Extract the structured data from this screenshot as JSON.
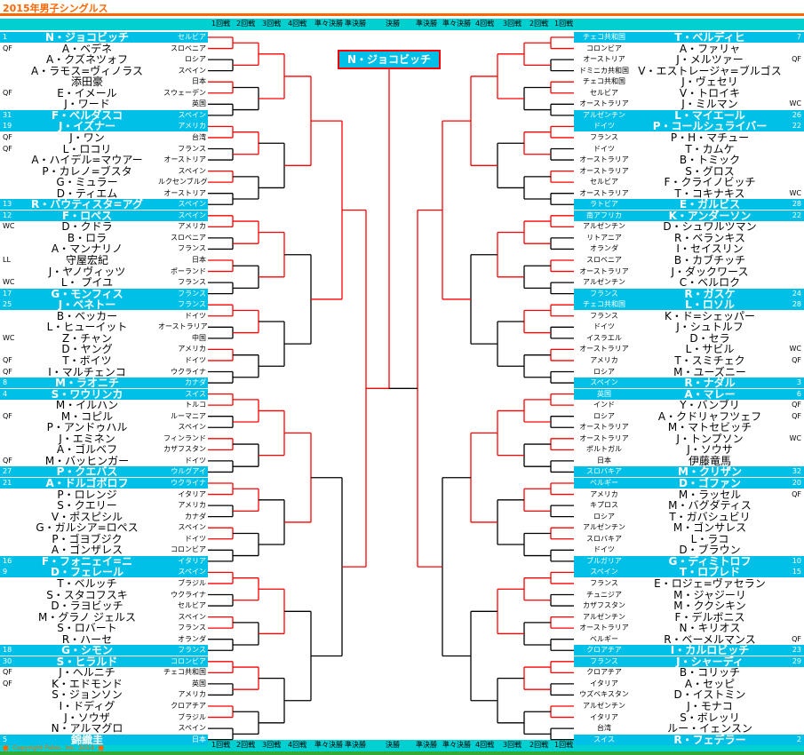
{
  "title": "2015年男子シングルス",
  "copyright": "Copyright Fubic. Inc. 2014",
  "champion": "N・ジョコビッチ",
  "rounds_left": [
    "1回戦",
    "2回戦",
    "3回戦",
    "4回戦",
    "準々決勝",
    "準決勝",
    "決勝"
  ],
  "rounds_right": [
    "準決勝",
    "準々決勝",
    "4回戦",
    "3回戦",
    "2回戦",
    "1回戦"
  ],
  "left": [
    {
      "seed": "1",
      "name": "N・ジョコビッチ",
      "country": "セルビア",
      "seeded": true
    },
    {
      "seed": "QF",
      "name": "A・ベデネ",
      "country": "スロベニア"
    },
    {
      "seed": "",
      "name": "A・クズネツォフ",
      "country": "ロシア"
    },
    {
      "seed": "",
      "name": "A・ラモス=ヴィノラス",
      "country": "スペイン"
    },
    {
      "seed": "",
      "name": "添田豪",
      "country": "日本"
    },
    {
      "seed": "QF",
      "name": "E・イメール",
      "country": "スウェーデン"
    },
    {
      "seed": "",
      "name": "J・ワード",
      "country": "英国"
    },
    {
      "seed": "31",
      "name": "F・ベルダスコ",
      "country": "スペイン",
      "seeded": true
    },
    {
      "seed": "19",
      "name": "J・イズナー",
      "country": "アメリカ",
      "seeded": true
    },
    {
      "seed": "QF",
      "name": "J・ワン",
      "country": "台湾"
    },
    {
      "seed": "QF",
      "name": "L・ロコリ",
      "country": "フランス"
    },
    {
      "seed": "",
      "name": "A・ハイデル=マウアー",
      "country": "オーストリア"
    },
    {
      "seed": "",
      "name": "P・カレノ=ブスタ",
      "country": "スペイン"
    },
    {
      "seed": "",
      "name": "G・ミュラー",
      "country": "ルクセンブルグ"
    },
    {
      "seed": "",
      "name": "D・ティエム",
      "country": "オーストリア"
    },
    {
      "seed": "13",
      "name": "R・バウティスタ=アグ",
      "country": "スペイン",
      "seeded": true
    },
    {
      "seed": "12",
      "name": "F・ロペス",
      "country": "スペイン",
      "seeded": true
    },
    {
      "seed": "WC",
      "name": "D・クドラ",
      "country": "アメリカ"
    },
    {
      "seed": "",
      "name": "B・ロラ",
      "country": "スロベニア"
    },
    {
      "seed": "",
      "name": "A・マンナリノ",
      "country": "フランス"
    },
    {
      "seed": "LL",
      "name": "守屋宏紀",
      "country": "日本"
    },
    {
      "seed": "",
      "name": "J・ヤノヴィッツ",
      "country": "ポーランド"
    },
    {
      "seed": "WC",
      "name": "L・ プイユ",
      "country": "フランス"
    },
    {
      "seed": "17",
      "name": "G・モンフィス",
      "country": "フランス",
      "seeded": true
    },
    {
      "seed": "25",
      "name": "J・ベネトー",
      "country": "フランス",
      "seeded": true
    },
    {
      "seed": "",
      "name": "B・ベッカー",
      "country": "ドイツ"
    },
    {
      "seed": "",
      "name": "L・ヒューイット",
      "country": "オーストラリア"
    },
    {
      "seed": "WC",
      "name": "Z・チャン",
      "country": "中国"
    },
    {
      "seed": "",
      "name": "D・ヤング",
      "country": "アメリカ"
    },
    {
      "seed": "QF",
      "name": "T・ボイツ",
      "country": "ドイツ"
    },
    {
      "seed": "QF",
      "name": "I・マルチェンコ",
      "country": "ウクライナ"
    },
    {
      "seed": "8",
      "name": "M・ラオニチ",
      "country": "カナダ",
      "seeded": true
    },
    {
      "seed": "4",
      "name": "S・ワウリンカ",
      "country": "スイス",
      "seeded": true
    },
    {
      "seed": "",
      "name": "M・イルハン",
      "country": "トルコ"
    },
    {
      "seed": "QF",
      "name": "M・コピル",
      "country": "ルーマニア"
    },
    {
      "seed": "",
      "name": "P・アンドゥハル",
      "country": "スペイン"
    },
    {
      "seed": "",
      "name": "J・エミネン",
      "country": "フィンランド"
    },
    {
      "seed": "",
      "name": "A・ゴルベフ",
      "country": "カザフスタン"
    },
    {
      "seed": "QF",
      "name": "M・バッヒンガー",
      "country": "ドイツ"
    },
    {
      "seed": "27",
      "name": "P・クエバス",
      "country": "ウルグアイ",
      "seeded": true
    },
    {
      "seed": "21",
      "name": "A・ドルゴポロフ",
      "country": "ウクライナ",
      "seeded": true
    },
    {
      "seed": "",
      "name": "P・ロレンジ",
      "country": "イタリア"
    },
    {
      "seed": "",
      "name": "S・クエリー",
      "country": "アメリカ"
    },
    {
      "seed": "",
      "name": "V・ポスピシル",
      "country": "カナダ"
    },
    {
      "seed": "",
      "name": "G・ガルシア=ロペス",
      "country": "スペイン"
    },
    {
      "seed": "",
      "name": "P・ゴヨブジク",
      "country": "ドイツ"
    },
    {
      "seed": "",
      "name": "A・ゴンザレス",
      "country": "コロンビア"
    },
    {
      "seed": "16",
      "name": "F・フォニェイ=ニ",
      "country": "イタリア",
      "seeded": true
    },
    {
      "seed": "9",
      "name": "D・フェレール",
      "country": "スペイン",
      "seeded": true
    },
    {
      "seed": "",
      "name": "T・ベルッチ",
      "country": "ブラジル"
    },
    {
      "seed": "",
      "name": "S・スタコフスキ",
      "country": "ウクライナ"
    },
    {
      "seed": "",
      "name": "D・ラヨビッチ",
      "country": "セルビア"
    },
    {
      "seed": "",
      "name": "M・グラノ ジェルス",
      "country": "スペイン"
    },
    {
      "seed": "",
      "name": "S・ロバート",
      "country": "フランス"
    },
    {
      "seed": "",
      "name": "R・ハーセ",
      "country": "オランダ"
    },
    {
      "seed": "18",
      "name": "G・シモン",
      "country": "フランス",
      "seeded": true
    },
    {
      "seed": "30",
      "name": "S・ヒラルド",
      "country": "コロンビア",
      "seeded": true
    },
    {
      "seed": "QF",
      "name": "J・ヘルニチ",
      "country": "チェコ共和国"
    },
    {
      "seed": "QF",
      "name": "K・エドモンド",
      "country": "英国"
    },
    {
      "seed": "",
      "name": "S・ジョンソン",
      "country": "アメリカ"
    },
    {
      "seed": "",
      "name": "I・ドディグ",
      "country": "クロアチア"
    },
    {
      "seed": "",
      "name": "J・ソウザ",
      "country": "ブラジル"
    },
    {
      "seed": "",
      "name": "N・アルマグロ",
      "country": "スペイン"
    },
    {
      "seed": "5",
      "name": "錦織圭",
      "country": "日本",
      "seeded": true
    }
  ],
  "right": [
    {
      "seed": "7",
      "name": "T・ベルディヒ",
      "country": "チェコ共和国",
      "seeded": true
    },
    {
      "seed": "",
      "name": "A・ファリャ",
      "country": "コロンビア"
    },
    {
      "seed": "QF",
      "name": "J・メルツァー",
      "country": "オーストリア"
    },
    {
      "seed": "",
      "name": "V・エストレージャ=ブルゴス",
      "country": "ドミニカ共和国"
    },
    {
      "seed": "",
      "name": "J・ヴェセリ",
      "country": "チェコ共和国"
    },
    {
      "seed": "",
      "name": "V・トロイキ",
      "country": "セルビア"
    },
    {
      "seed": "WC",
      "name": "J・ミルマン",
      "country": "オーストラリア"
    },
    {
      "seed": "26",
      "name": "L・マイエール",
      "country": "アルゼンチン",
      "seeded": true
    },
    {
      "seed": "22",
      "name": "P・コールシュライバー",
      "country": "ドイツ",
      "seeded": true
    },
    {
      "seed": "",
      "name": "P・H・マチュー",
      "country": "フランス"
    },
    {
      "seed": "",
      "name": "T・カムケ",
      "country": "ドイツ"
    },
    {
      "seed": "",
      "name": "B・トミック",
      "country": "オーストラリア"
    },
    {
      "seed": "",
      "name": "S・グロス",
      "country": "オーストラリア"
    },
    {
      "seed": "",
      "name": "F・クライノビッチ",
      "country": "セルビア"
    },
    {
      "seed": "WC",
      "name": "T・コキナキス",
      "country": "オーストラリア"
    },
    {
      "seed": "28",
      "name": "E・ガルビス",
      "country": "ラトビア",
      "seeded": true
    },
    {
      "seed": "22",
      "name": "K・アンダーソン",
      "country": "南アフリカ",
      "seeded": true
    },
    {
      "seed": "",
      "name": "D・シュワルツマン",
      "country": "アルゼンチン"
    },
    {
      "seed": "",
      "name": "R・ベランキス",
      "country": "リトアニア"
    },
    {
      "seed": "",
      "name": "I・セイスリン",
      "country": "オランダ"
    },
    {
      "seed": "",
      "name": "B・カブチッチ",
      "country": "スロベニア"
    },
    {
      "seed": "",
      "name": "J・ダックワース",
      "country": "オーストラリア"
    },
    {
      "seed": "",
      "name": "C・ベルロク",
      "country": "アルゼンチン"
    },
    {
      "seed": "24",
      "name": "R・ガスケ",
      "country": "フランス",
      "seeded": true
    },
    {
      "seed": "28",
      "name": "L・ロソル",
      "country": "チェコ共和国",
      "seeded": true
    },
    {
      "seed": "",
      "name": "K・ド=シェッパー",
      "country": "フランス"
    },
    {
      "seed": "",
      "name": "J・シュトルフ",
      "country": "ドイツ"
    },
    {
      "seed": "",
      "name": "D・セラ",
      "country": "イスラエル"
    },
    {
      "seed": "WC",
      "name": "L・サビル",
      "country": "オーストラリア"
    },
    {
      "seed": "QF",
      "name": "T・スミチェク",
      "country": "アメリカ"
    },
    {
      "seed": "",
      "name": "M・ユーズニー",
      "country": "ロシア"
    },
    {
      "seed": "3",
      "name": "R・ナダル",
      "country": "スペイン",
      "seeded": true
    },
    {
      "seed": "6",
      "name": "A・マレー",
      "country": "英国",
      "seeded": true
    },
    {
      "seed": "QF",
      "name": "Y・バンブリ",
      "country": "インド"
    },
    {
      "seed": "QF",
      "name": "A・クドリャフツェフ",
      "country": "ロシア"
    },
    {
      "seed": "",
      "name": "M・マトセビッチ",
      "country": "オーストラリア"
    },
    {
      "seed": "WC",
      "name": "J・トンプソン",
      "country": "オーストラリア"
    },
    {
      "seed": "",
      "name": "J・ソウサ",
      "country": "ポルトガル"
    },
    {
      "seed": "",
      "name": "伊藤竜馬",
      "country": "日本"
    },
    {
      "seed": "32",
      "name": "M・クリザン",
      "country": "スロバキア",
      "seeded": true
    },
    {
      "seed": "20",
      "name": "D・ゴファン",
      "country": "ベルギー",
      "seeded": true
    },
    {
      "seed": "QF",
      "name": "M・ラッセル",
      "country": "アメリカ"
    },
    {
      "seed": "",
      "name": "M・バグダティス",
      "country": "キプロス"
    },
    {
      "seed": "",
      "name": "T・ガバシュビリ",
      "country": "ロシア"
    },
    {
      "seed": "",
      "name": "M・ゴンサレス",
      "country": "アルゼンチン"
    },
    {
      "seed": "",
      "name": "L・ラコ",
      "country": "スロバキア"
    },
    {
      "seed": "",
      "name": "D・ブラウン",
      "country": "ドイツ"
    },
    {
      "seed": "10",
      "name": "G・ディミトロフ",
      "country": "ブルガリア",
      "seeded": true
    },
    {
      "seed": "15",
      "name": "T・ロブレド",
      "country": "スペイン",
      "seeded": true
    },
    {
      "seed": "",
      "name": "E・ロジェ=ヴァセラン",
      "country": "フランス"
    },
    {
      "seed": "",
      "name": "M・ジャジーリ",
      "country": "チュニジア"
    },
    {
      "seed": "",
      "name": "M・ククシキン",
      "country": "カザフスタン"
    },
    {
      "seed": "",
      "name": "F・デルボニス",
      "country": "アルゼンチン"
    },
    {
      "seed": "",
      "name": "N・キリオス",
      "country": "オーストラリア"
    },
    {
      "seed": "QF",
      "name": "R・ベーメルマンス",
      "country": "ベルギー"
    },
    {
      "seed": "23",
      "name": "I・カルロビッチ",
      "country": "クロアチア",
      "seeded": true
    },
    {
      "seed": "29",
      "name": "J・シャーディ",
      "country": "フランス",
      "seeded": true
    },
    {
      "seed": "",
      "name": "B・コリッチ",
      "country": "クロアチア"
    },
    {
      "seed": "",
      "name": "A・セッピ",
      "country": "イタリア"
    },
    {
      "seed": "",
      "name": "D・イストミン",
      "country": "ウズベキスタン"
    },
    {
      "seed": "",
      "name": "J・モナコ",
      "country": "アルゼンチン"
    },
    {
      "seed": "",
      "name": "S・ボレッリ",
      "country": "イタリア"
    },
    {
      "seed": "",
      "name": "ルー・イェンスン",
      "country": "台湾"
    },
    {
      "seed": "2",
      "name": "R・フェデラー",
      "country": "スイス",
      "seeded": true
    }
  ],
  "colors": {
    "seed_bg": "#00c0e8",
    "line_red": "#ff0000",
    "line_black": "#000000",
    "accent": "#ff6600"
  }
}
